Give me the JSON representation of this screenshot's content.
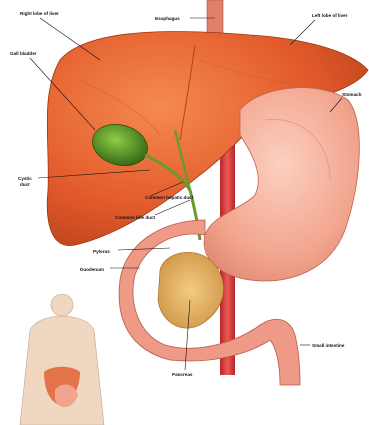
{
  "labels": {
    "right_lobe": "Right lobe of liver",
    "esophagus": "Esophagus",
    "left_lobe": "Left lobe of liver",
    "gallbladder": "Gall bladder",
    "stomach": "Stomach",
    "cystic_duct_line1": "Cystic",
    "cystic_duct_line2": "duct",
    "common_hepatic_duct": "Common hepatic duct",
    "common_bile_duct": "Common bile duct",
    "pylorus": "Pylorus",
    "duodenum": "Duodenum",
    "small_intestine": "Small intestine",
    "pancreas": "Pancreas"
  },
  "colors": {
    "liver": "#e25a2b",
    "liver_dark": "#b8401a",
    "stomach": "#f2a58e",
    "gallbladder": "#4f8a1e",
    "aorta": "#d9363a",
    "pancreas": "#e9b868",
    "duodenum": "#ef9a86"
  }
}
